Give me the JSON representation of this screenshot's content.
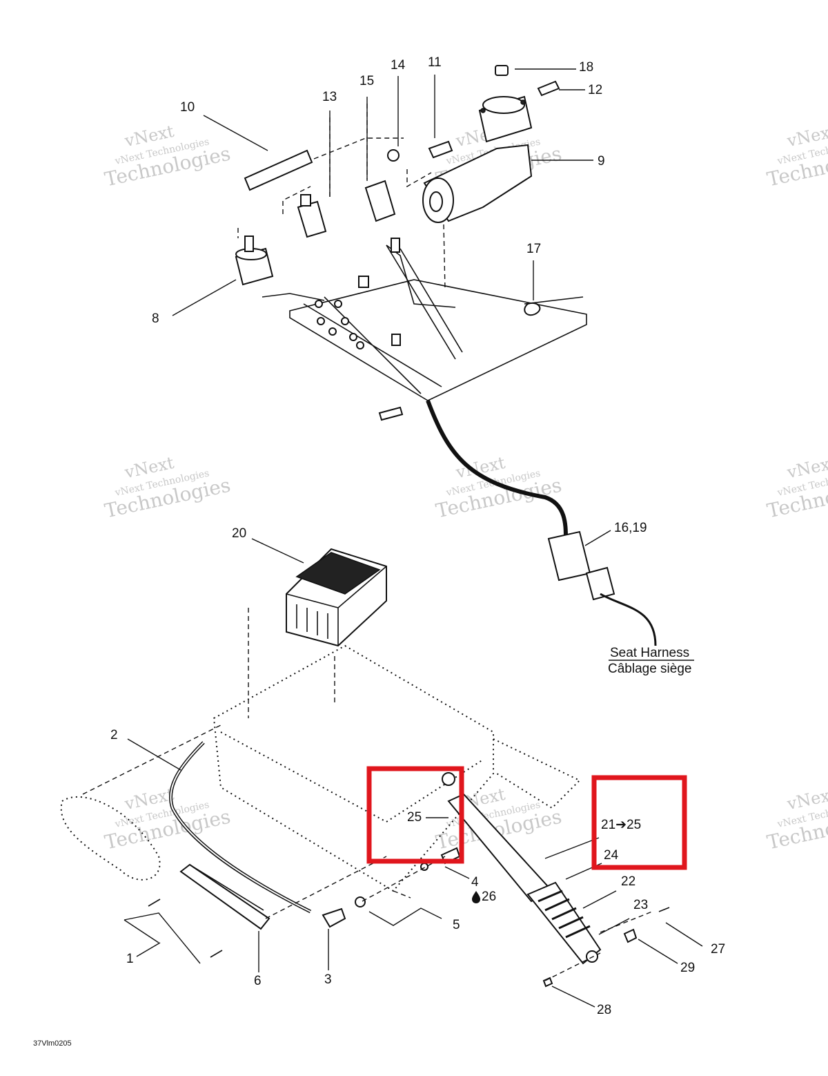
{
  "callouts": {
    "c1": "1",
    "c2": "2",
    "c3": "3",
    "c4": "4",
    "c5": "5",
    "c6": "6",
    "c8": "8",
    "c9": "9",
    "c10": "10",
    "c11": "11",
    "c12": "12",
    "c13": "13",
    "c14": "14",
    "c15": "15",
    "c16_19": "16,19",
    "c17": "17",
    "c18": "18",
    "c20": "20",
    "c21_25": "21➔25",
    "c22": "22",
    "c23": "23",
    "c24": "24",
    "c25": "25",
    "c26": "26",
    "c27": "27",
    "c28": "28",
    "c29": "29"
  },
  "harness": {
    "line1": "Seat Harness",
    "line2": "Câblage siège"
  },
  "figure_code": "37Vlm0205",
  "watermark": {
    "line1": "vNext",
    "line2": "vNext Technologies",
    "line3": "Technologies"
  },
  "highlight_color": "#e0161d"
}
